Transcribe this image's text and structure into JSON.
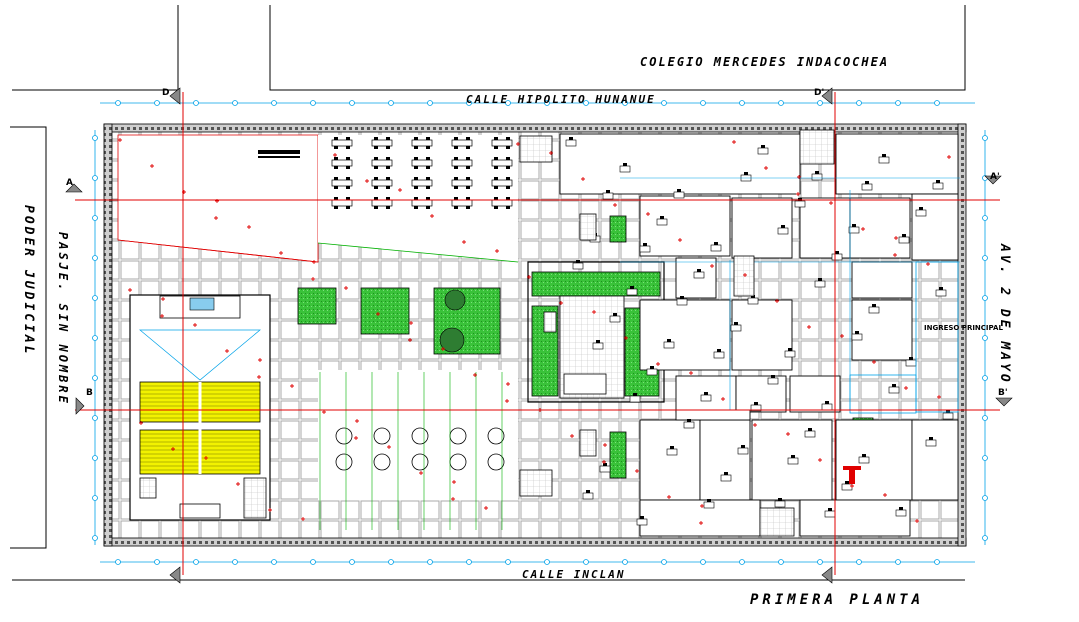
{
  "labels": {
    "school": "COLEGIO MERCEDES INDACOCHEA",
    "street_top": "CALLE HIPOLITO HUNANUE",
    "street_bottom": "CALLE INCLAN",
    "street_right": "AV. 2 DE MAYO",
    "street_left": "PODER JUDICIAL",
    "passage_left": "PASJE. SIN NOMBRE",
    "entrance": "INGRESO PRINCIPAL",
    "sheet_title": "PRIMERA PLANTA",
    "sections": [
      "A",
      "A'",
      "B",
      "B'",
      "D",
      "D'"
    ]
  },
  "colors": {
    "walls": "#000000",
    "grid": "#9a9a9a",
    "axis": "#00a2e8",
    "section_line": "#e00000",
    "garden": "#3cc83c",
    "seating": "#f0f000",
    "boundary": "#00b000"
  }
}
